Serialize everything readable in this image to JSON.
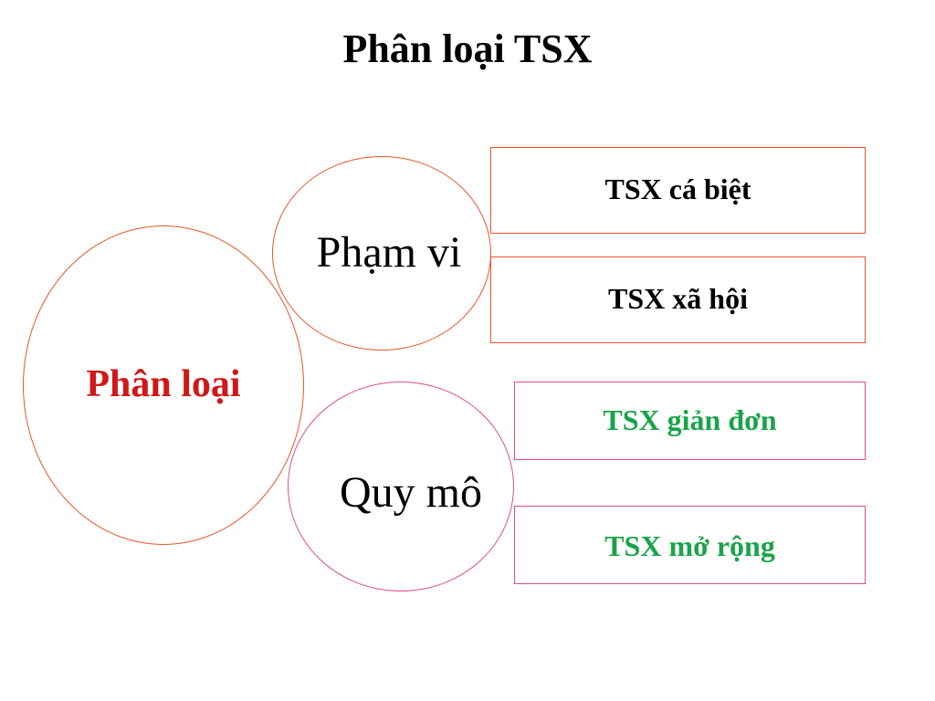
{
  "slide": {
    "title": "Phân loại TSX"
  },
  "diagram": {
    "root_label": "Phân loại",
    "categories": [
      {
        "label": "Phạm vi",
        "items": [
          "TSX cá biệt",
          "TSX xã hội"
        ]
      },
      {
        "label": "Quy mô",
        "items": [
          "TSX giản đơn",
          "TSX mở rộng"
        ]
      }
    ],
    "colors": {
      "root_text": "#d01818",
      "orange_outline": "#e8542a",
      "pink_outline": "#e04a92",
      "green_text": "#1aa34a"
    }
  }
}
